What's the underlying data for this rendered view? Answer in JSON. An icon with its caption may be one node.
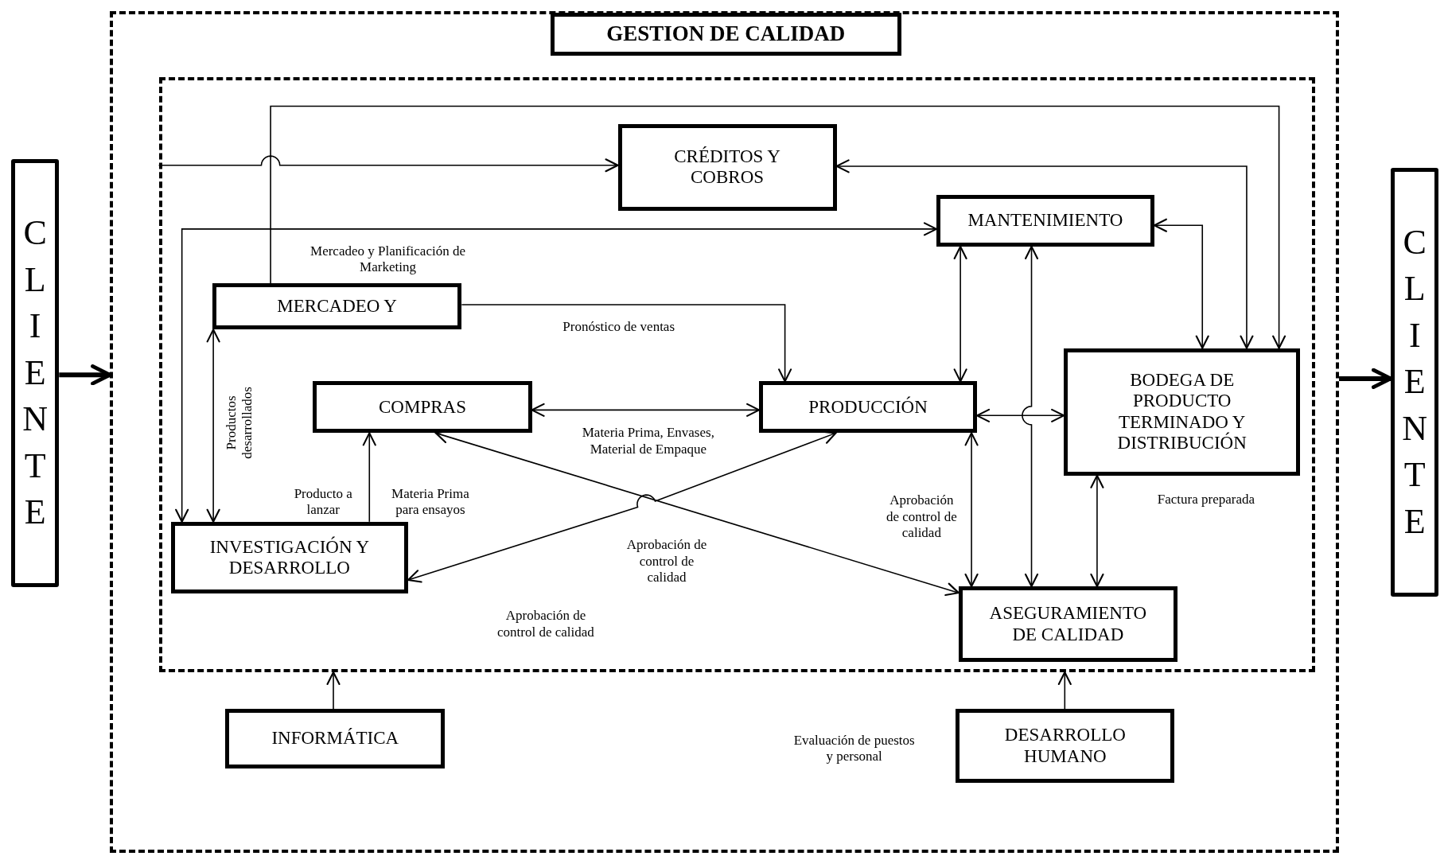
{
  "diagram": {
    "nodes": [
      {
        "text": [
          "CLIENTE"
        ]
      },
      {
        "text": [],
        "shape": "box"
      },
      {
        "text": [
          "GESTION DE CALIDAD"
        ],
        "in": 1
      },
      {
        "text": [],
        "shape": "box",
        "in": 1
      },
      {
        "text": [
          "CRÉDITOS Y COBROS"
        ],
        "in": 3
      },
      {
        "text": [
          "MANTENIMIENTO"
        ],
        "in": 3
      },
      {
        "text": [
          "MERCADEO Y"
        ],
        "in": 3,
        "beside": [
          "Mercadeo y Planificación de Marketing"
        ]
      },
      {
        "text": [
          "COMPRAS"
        ],
        "in": 3
      },
      {
        "text": [
          "PRODUCCIÓN"
        ],
        "in": 3
      },
      {
        "text": [
          "BODEGA DE PRODUCTO TERMINADO Y DISTRIBUCIÓN"
        ],
        "in": 3,
        "beside": [
          "Factura preparada"
        ]
      },
      {
        "text": [
          "INVESTIGACIÓN Y DESARROLLO"
        ],
        "in": 3,
        "beside": [
          "Producto a lanzar"
        ]
      },
      {
        "text": [
          "ASEGURAMIENTO DE CALIDAD"
        ],
        "in": 3
      },
      {
        "text": [
          "INFORMÁTICA"
        ],
        "in": 1
      },
      {
        "text": [
          "DESARROLLO HUMANO"
        ],
        "in": 1,
        "beside": [
          "Evaluación de puestos y personal"
        ]
      },
      {
        "text": [
          "CLIENTE"
        ]
      }
    ],
    "edges": [
      {
        "from": 0,
        "to": 1,
        "arrow": "to",
        "style": "thick"
      },
      {
        "from": 1,
        "to": 14,
        "arrow": "to",
        "style": "thick"
      },
      {
        "from": 3,
        "to": 4,
        "arrow": "to"
      },
      {
        "from": 6,
        "to": 9,
        "arrow": "to"
      },
      {
        "from": 4,
        "to": 9,
        "arrow": "both"
      },
      {
        "from": 5,
        "to": 9,
        "arrow": "both"
      },
      {
        "from": 10,
        "to": 5,
        "arrow": "both"
      },
      {
        "from": 6,
        "to": 10,
        "arrow": "both",
        "label": "Productos desarrollados"
      },
      {
        "from": 6,
        "to": 8,
        "arrow": "to",
        "label": "Pronóstico de ventas"
      },
      {
        "from": 7,
        "to": 8,
        "arrow": "both",
        "label": "Materia Prima, Envases, Material de Empaque"
      },
      {
        "from": 10,
        "to": 7,
        "arrow": "to",
        "label": "Materia Prima para ensayos"
      },
      {
        "from": 7,
        "to": 11,
        "arrow": "both",
        "label": "Aprobación de control de calidad"
      },
      {
        "from": 10,
        "to": 8,
        "arrow": "both",
        "label": "Aprobación de control de calidad"
      },
      {
        "from": 5,
        "to": 8,
        "arrow": "both"
      },
      {
        "from": 5,
        "to": 11,
        "arrow": "both"
      },
      {
        "from": 8,
        "to": 9,
        "arrow": "both"
      },
      {
        "from": 8,
        "to": 11,
        "arrow": "both",
        "label": "Aprobación de control de calidad"
      },
      {
        "from": 9,
        "to": 11,
        "arrow": "both"
      },
      {
        "from": 12,
        "to": 3,
        "arrow": "to"
      },
      {
        "from": 13,
        "to": 3,
        "arrow": "to"
      }
    ]
  }
}
